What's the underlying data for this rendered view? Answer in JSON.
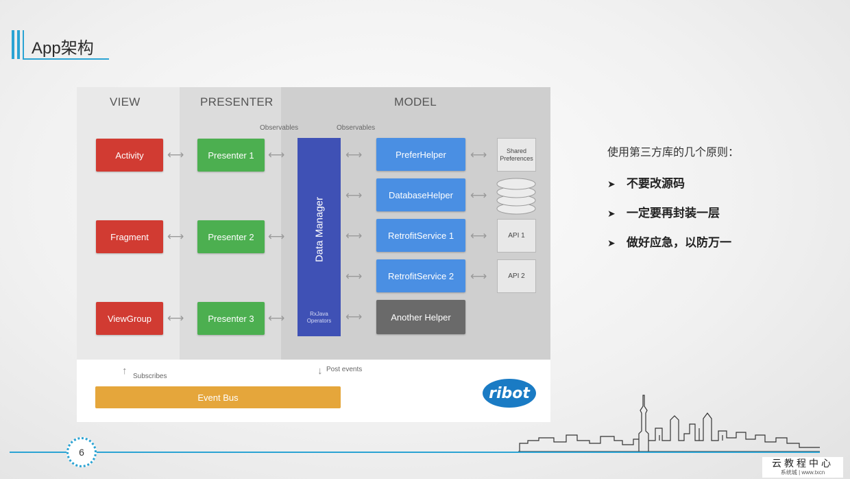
{
  "slide": {
    "title": "App架构",
    "page_number": "6"
  },
  "diagram": {
    "headers": {
      "view": "VIEW",
      "presenter": "PRESENTER",
      "model": "MODEL"
    },
    "observables_left": "Observables",
    "observables_right": "Observables",
    "views": [
      "Activity",
      "Fragment",
      "ViewGroup"
    ],
    "presenters": [
      "Presenter 1",
      "Presenter 2",
      "Presenter 3"
    ],
    "data_manager": "Data Manager",
    "rxjava_ops": [
      "RxJava",
      "Operators"
    ],
    "helpers": [
      "PreferHelper",
      "DatabaseHelper",
      "RetrofitService 1",
      "RetrofitService 2",
      "Another Helper"
    ],
    "external": {
      "shared_prefs": [
        "Shared",
        "Preferences"
      ],
      "api1": "API 1",
      "api2": "API 2"
    },
    "subscribes": "Subscribes",
    "post_events": "Post events",
    "event_bus": "Event Bus",
    "logo": "ribot",
    "colors": {
      "view": "#d13b32",
      "presenter": "#4caf50",
      "helper": "#4a8fe3",
      "data_manager": "#3f51b5",
      "event_bus": "#e5a63b",
      "another_helper": "#6a6a6a"
    }
  },
  "principles": {
    "title": "使用第三方库的几个原则：",
    "items": [
      "不要改源码",
      "一定要再封装一层",
      "做好应急，以防万一"
    ]
  },
  "watermark": {
    "line1": "云教程中心",
    "line2": "系统城 | www.txcn"
  },
  "accent_color": "#2aa3d3"
}
